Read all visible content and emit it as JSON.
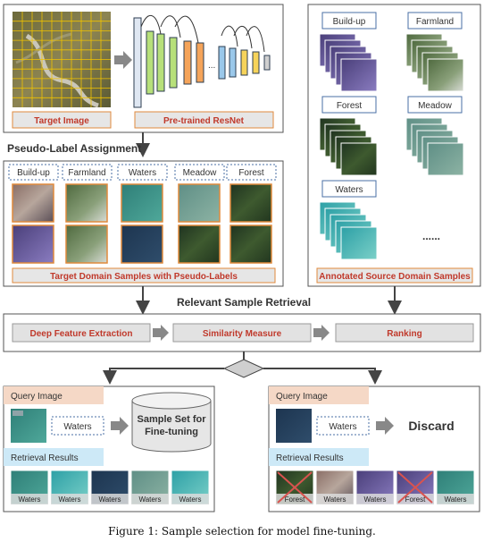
{
  "pipeline": {
    "target_image_label": "Target Image",
    "resnet_label": "Pre-trained ResNet",
    "ellipsis": "..."
  },
  "pseudo": {
    "title": "Pseudo-Label Assignment",
    "classes": [
      "Build-up",
      "Farmland",
      "Waters",
      "Meadow",
      "Forest"
    ],
    "footer": "Target Domain Samples with Pseudo-Labels"
  },
  "source": {
    "labels": [
      "Build-up",
      "Farmland",
      "Forest",
      "Meadow",
      "Waters"
    ],
    "more": "......",
    "footer": "Annotated Source Domain Samples"
  },
  "retrieval": {
    "title": "Relevant Sample Retrieval",
    "steps": [
      "Deep Feature Extraction",
      "Similarity Measure",
      "Ranking"
    ]
  },
  "left_case": {
    "query_header": "Query Image",
    "query_label": "Waters",
    "sample_set": "Sample Set for Fine-tuning",
    "results_header": "Retrieval Results",
    "results": [
      "Waters",
      "Waters",
      "Waters",
      "Waters",
      "Waters"
    ]
  },
  "right_case": {
    "query_header": "Query Image",
    "query_label": "Waters",
    "discard": "Discard",
    "results_header": "Retrieval Results",
    "results": [
      "Forest",
      "Waters",
      "Waters",
      "Forest",
      "Waters"
    ]
  },
  "caption": "Figure 1: Sample selection for model fine-tuning.",
  "colors": {
    "orange_text": "#c0392b",
    "orange_border": "#e08a3c",
    "dashed_blue": "#4a6fa5",
    "query_bg": "#f5d8c6",
    "results_bg": "#cde9f7",
    "step_bg": "#e2e2e2"
  }
}
